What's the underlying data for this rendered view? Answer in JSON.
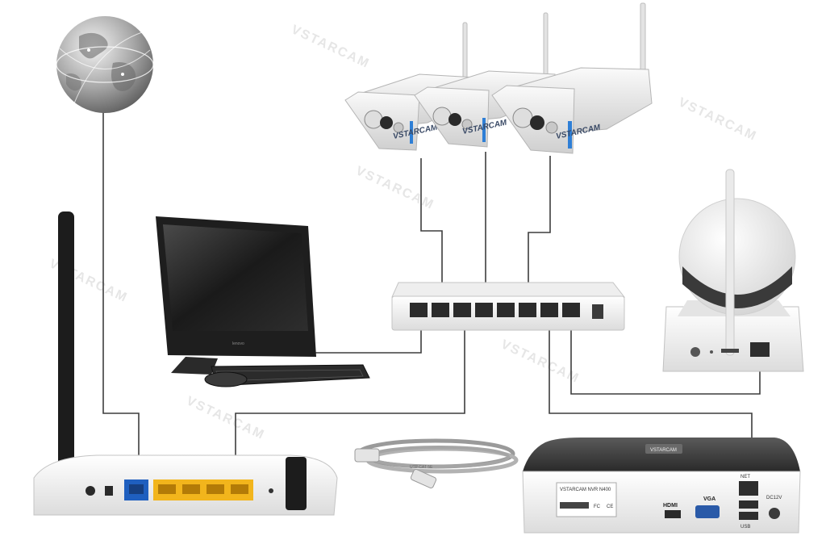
{
  "watermark": "VSTARCAM",
  "cameras": {
    "brand_label": "VSTARCAM"
  },
  "computer": {
    "brand_label": "lenovo"
  },
  "nvr": {
    "model_label": "VSTARCAM NVR N400",
    "top_tag": "VSTARCAM",
    "hdmi_label": "HDMI",
    "vga_label": "VGA",
    "lan_label": "NET",
    "dc_label": "DC12V",
    "usb_label": "USB",
    "fc_mark": "FC",
    "ce_mark": "CE"
  },
  "cable": {
    "print_text": "UTP CAT 5E"
  },
  "colors": {
    "wire": "#3d3d3d",
    "router_lan_ports": "#f2b51c",
    "router_wan_port": "#1f5fbf",
    "camera_accent": "#2f7fd6",
    "device_body": "#f4f4f4"
  }
}
